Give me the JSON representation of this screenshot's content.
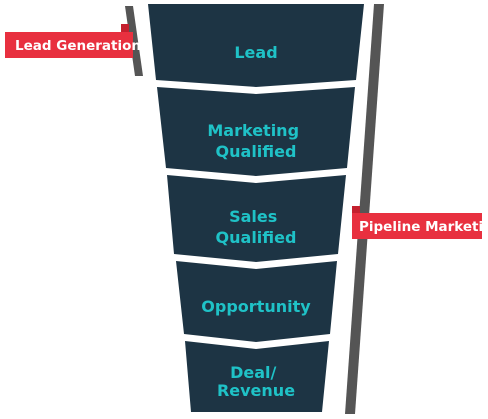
{
  "funnel": {
    "stages": [
      {
        "lines": [
          "Lead"
        ]
      },
      {
        "lines": [
          "Marketing",
          "Qualified"
        ]
      },
      {
        "lines": [
          "Sales",
          "Qualified"
        ]
      },
      {
        "lines": [
          "Opportunity"
        ]
      },
      {
        "lines": [
          "Deal/",
          "Revenue"
        ]
      }
    ]
  },
  "tags": {
    "lead_generation": "Lead Generation",
    "pipeline_marketing": "Pipeline Marketing"
  },
  "colors": {
    "stage_fill": "#1d3444",
    "stage_text": "#1fc2c7",
    "tag_fill": "#e8303f",
    "tag_tab": "#c4202e",
    "bracket": "#555555",
    "tag_text": "#ffffff"
  }
}
